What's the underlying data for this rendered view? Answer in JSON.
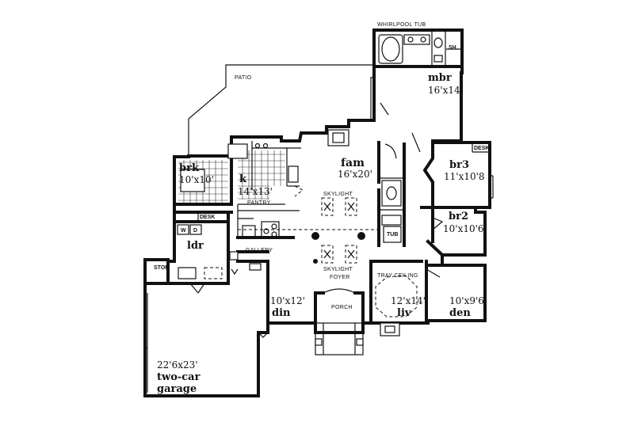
{
  "rooms": [
    {
      "key": "mbr",
      "name": "mbr",
      "size": "16'x14'"
    },
    {
      "key": "fam",
      "name": "fam",
      "size": "16'x20'"
    },
    {
      "key": "br3",
      "name": "br3",
      "size": "11'x10'8"
    },
    {
      "key": "brk",
      "name": "brk",
      "size": "10'x10'"
    },
    {
      "key": "k",
      "name": "k",
      "size": "14'x13'"
    },
    {
      "key": "br2",
      "name": "br2",
      "size": "10'x10'6"
    },
    {
      "key": "ldr",
      "name": "ldr",
      "size": ""
    },
    {
      "key": "din",
      "name": "din",
      "size": "10'x12'"
    },
    {
      "key": "liv",
      "name": "liv",
      "size": "12'x14'"
    },
    {
      "key": "den",
      "name": "den",
      "size": "10'x9'6"
    },
    {
      "key": "garage",
      "name": "two-car garage",
      "line1": "two-car",
      "line2": "garage",
      "size": "22'6x23'"
    }
  ],
  "labels": {
    "whirlpool_tub": "WHIRLPOOL TUB",
    "patio": "PATIO",
    "skylight_upper": "SKYLIGHT",
    "skylight_lower": "SKYLIGHT",
    "pantry": "PANTRY",
    "desk_kitchen": "DESK",
    "desk_br3": "DESK",
    "tub": "TUB",
    "gallery": "GALLERY",
    "stor": "STOR",
    "foyer": "FOYER",
    "porch": "PORCH",
    "tray_ceiling": "TRAY CEILING",
    "sh": "SH",
    "washer": "W",
    "dryer": "D"
  }
}
